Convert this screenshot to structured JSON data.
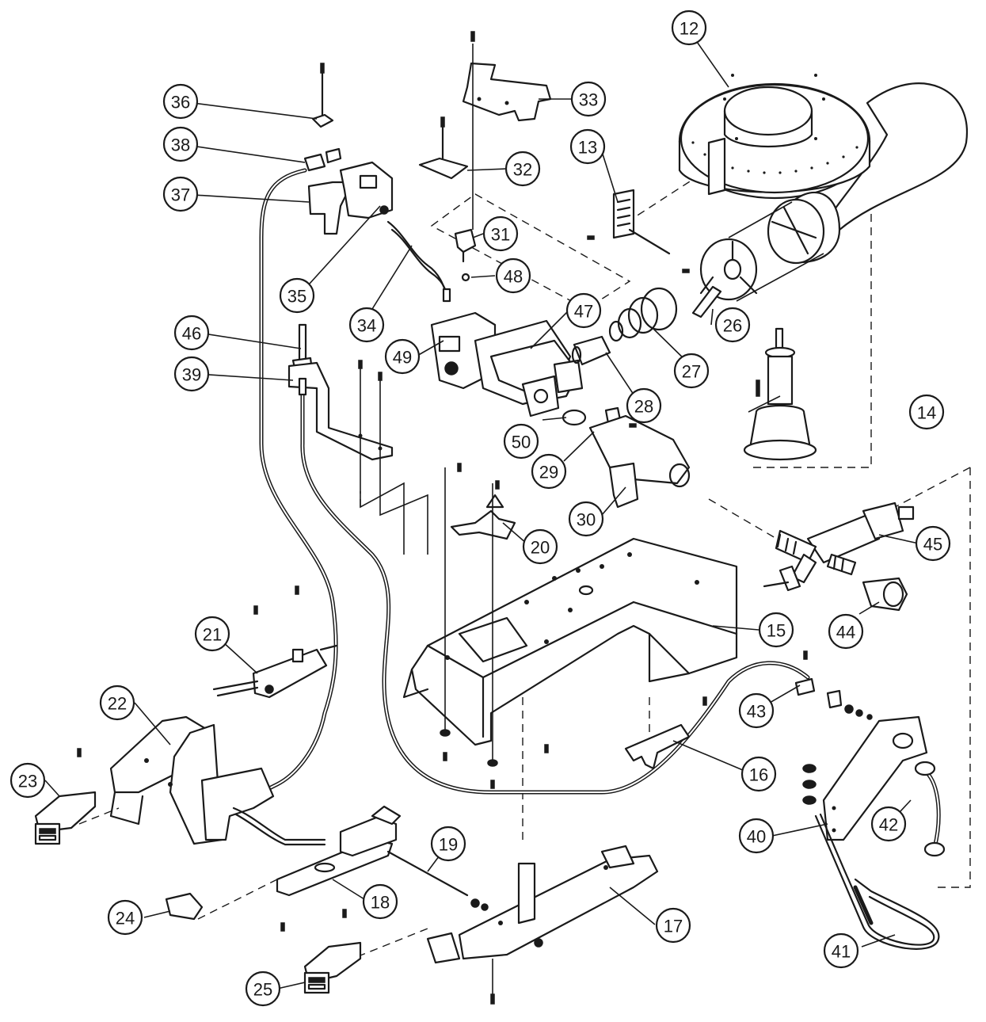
{
  "callouts": [
    {
      "id": "c12",
      "label": "12"
    },
    {
      "id": "c13",
      "label": "13"
    },
    {
      "id": "c14",
      "label": "14"
    },
    {
      "id": "c15",
      "label": "15"
    },
    {
      "id": "c16",
      "label": "16"
    },
    {
      "id": "c17",
      "label": "17"
    },
    {
      "id": "c18",
      "label": "18"
    },
    {
      "id": "c19",
      "label": "19"
    },
    {
      "id": "c20",
      "label": "20"
    },
    {
      "id": "c21",
      "label": "21"
    },
    {
      "id": "c22",
      "label": "22"
    },
    {
      "id": "c23",
      "label": "23"
    },
    {
      "id": "c24",
      "label": "24"
    },
    {
      "id": "c25",
      "label": "25"
    },
    {
      "id": "c26",
      "label": "26"
    },
    {
      "id": "c27",
      "label": "27"
    },
    {
      "id": "c28",
      "label": "28"
    },
    {
      "id": "c29",
      "label": "29"
    },
    {
      "id": "c30",
      "label": "30"
    },
    {
      "id": "c31",
      "label": "31"
    },
    {
      "id": "c32",
      "label": "32"
    },
    {
      "id": "c33",
      "label": "33"
    },
    {
      "id": "c34",
      "label": "34"
    },
    {
      "id": "c35",
      "label": "35"
    },
    {
      "id": "c36",
      "label": "36"
    },
    {
      "id": "c37",
      "label": "37"
    },
    {
      "id": "c38",
      "label": "38"
    },
    {
      "id": "c39",
      "label": "39"
    },
    {
      "id": "c40",
      "label": "40"
    },
    {
      "id": "c41",
      "label": "41"
    },
    {
      "id": "c42",
      "label": "42"
    },
    {
      "id": "c43",
      "label": "43"
    },
    {
      "id": "c44",
      "label": "44"
    },
    {
      "id": "c45",
      "label": "45"
    },
    {
      "id": "c46",
      "label": "46"
    },
    {
      "id": "c47",
      "label": "47"
    },
    {
      "id": "c48",
      "label": "48"
    },
    {
      "id": "c49",
      "label": "49"
    },
    {
      "id": "c50",
      "label": "50"
    }
  ]
}
